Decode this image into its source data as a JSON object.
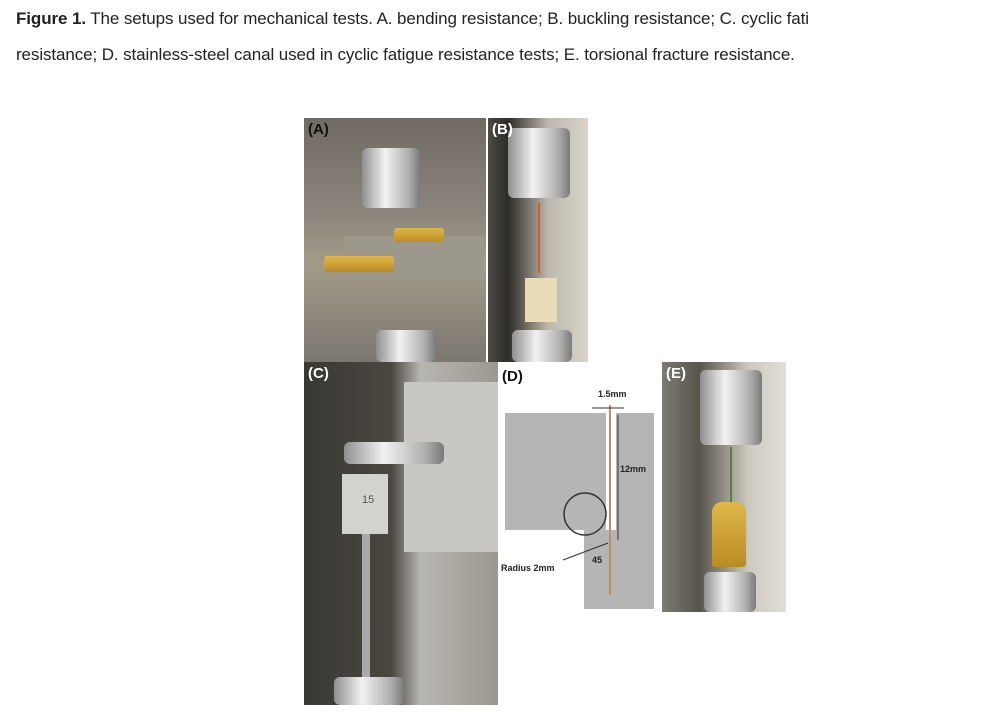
{
  "caption": {
    "label": "Figure 1.",
    "line1": " The setups used for mechanical tests. A. bending resistance; B. buckling resistance; C. cyclic fati",
    "line2": "resistance; D. stainless-steel canal used in cyclic fatigue resistance tests; E. torsional fracture resistance."
  },
  "panels": {
    "a": "(A)",
    "b": "(B)",
    "c": "(C)",
    "d": "(D)",
    "e": "(E)"
  },
  "diagram": {
    "width_label": "1.5mm",
    "length_label": "12mm",
    "radius_label": "Radius 2mm",
    "angle_label": "45"
  },
  "photo_c_mark": "15"
}
